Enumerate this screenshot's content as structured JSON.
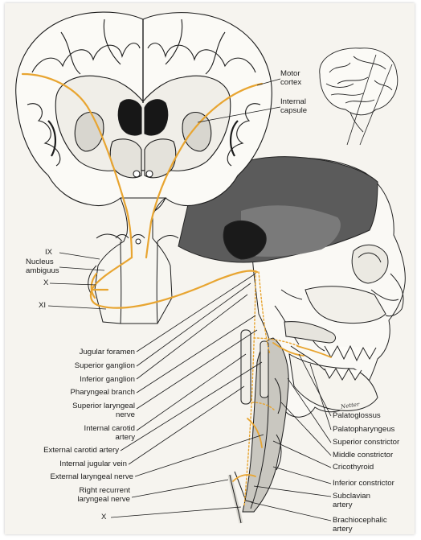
{
  "labels": {
    "motor_cortex": [
      "Motor",
      "cortex"
    ],
    "internal_capsule": [
      "Internal",
      "capsule"
    ],
    "ix": "IX",
    "nucleus_ambiguus": [
      "Nucleus",
      "ambiguus"
    ],
    "x_upper": "X",
    "xi": "XI",
    "jugular_foramen": "Jugular foramen",
    "superior_ganglion": "Superior ganglion",
    "inferior_ganglion": "Inferior ganglion",
    "pharyngeal_branch": "Pharyngeal branch",
    "superior_laryngeal_nerve": [
      "Superior laryngeal",
      "nerve"
    ],
    "internal_carotid_artery": [
      "Internal carotid",
      "artery"
    ],
    "external_carotid_artery": "External carotid artery",
    "internal_jugular_vein": "Internal jugular vein",
    "external_laryngeal_nerve": "External laryngeal nerve",
    "right_recurrent_laryngeal_nerve": [
      "Right recurrent",
      "laryngeal nerve"
    ],
    "x_lower": "X",
    "palatoglossus": "Palatoglossus",
    "palatopharyngeus": "Palatopharyngeus",
    "superior_constrictor": "Superior constrictor",
    "middle_constrictor": "Middle constrictor",
    "cricothyroid": "Cricothyroid",
    "inferior_constrictor": "Inferior constrictor",
    "subclavian_artery": [
      "Subclavian",
      "artery"
    ],
    "brachiocephalic_artery": [
      "Brachiocephalic",
      "artery"
    ]
  },
  "artist_signature": "Netter",
  "colors": {
    "nerve_pathway": "#e8a531",
    "background": "#f6f4ef",
    "ink": "#1b1b1b",
    "shadow_gray": "#6f6f6f",
    "dark_gray": "#3d3d3d"
  }
}
